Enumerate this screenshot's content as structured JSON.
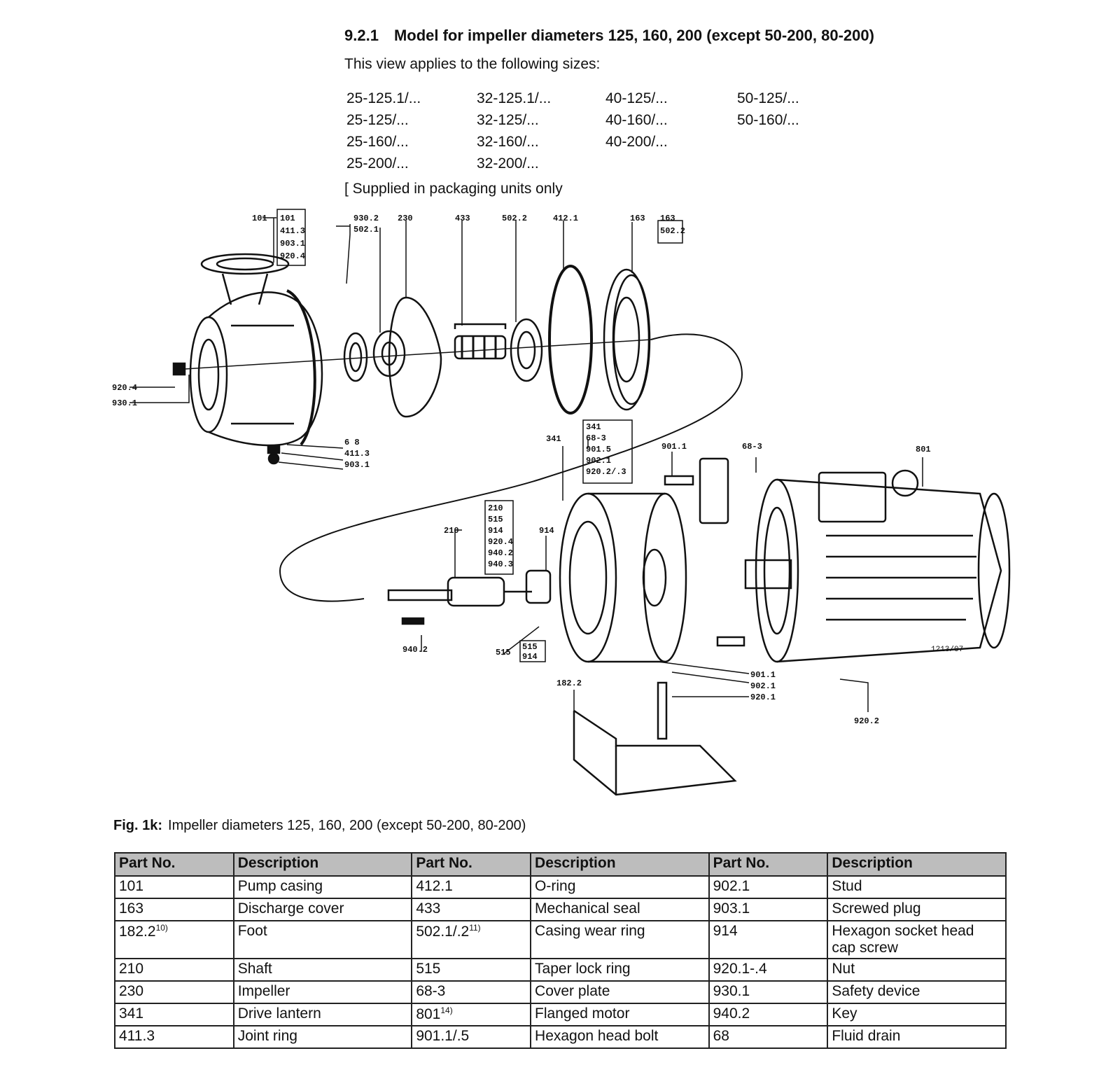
{
  "section": {
    "number": "9.2.1",
    "title": "Model for impeller diameters 125, 160, 200 (except 50-200, 80-200)",
    "applies_text": "This view applies to the following sizes:",
    "size_columns": [
      [
        "25-125.1/...",
        "25-125/...",
        "25-160/...",
        "25-200/..."
      ],
      [
        "32-125.1/...",
        "32-125/...",
        "32-160/...",
        "32-200/..."
      ],
      [
        "40-125/...",
        "40-160/...",
        "40-200/..."
      ],
      [
        "50-125/...",
        "50-160/..."
      ]
    ],
    "footnote": "[ Supplied in packaging units only"
  },
  "drawing": {
    "labels": {
      "l101": "101",
      "l163": "163",
      "l163box1": "163",
      "l163box2": "502.2",
      "l9302": "930.2",
      "l5021": "502.1",
      "l230": "230",
      "l433": "433",
      "l5022": "502.2",
      "l4121": "412.1",
      "l9204": "920.4",
      "l9301": "930.1",
      "l68": "6 8",
      "l4113": "411.3",
      "l9031": "903.1",
      "l341": "341",
      "l68b": "68-3",
      "l9015": "901.5",
      "l9021": "902.1",
      "l9201": "920.2/.3",
      "l9011": "901.1",
      "l683": "68-3",
      "l801": "801",
      "l210": "210",
      "l914": "914",
      "l9402": "940.2",
      "l515": "515",
      "l1822": "182.2",
      "l920b": "920.2",
      "lfig": "1213/07"
    },
    "box_101": [
      "101",
      "411.3",
      "903.1",
      "920.4"
    ],
    "box_341": [
      "341",
      "68-3",
      "901.5",
      "902.1",
      "920.2/.3"
    ],
    "box_210": [
      "210",
      "515",
      "914",
      "920.4",
      "940.2",
      "940.3"
    ],
    "box_515": [
      "515",
      "914"
    ],
    "box_901": [
      "901.1",
      "902.1",
      "920.1"
    ]
  },
  "caption": {
    "fig": "Fig. 1k:",
    "text": "Impeller diameters 125, 160, 200 (except 50-200, 80-200)"
  },
  "parts_table": {
    "headers": [
      "Part No.",
      "Description",
      "Part No.",
      "Description",
      "Part No.",
      "Description"
    ],
    "rows": [
      [
        {
          "pn": "101"
        },
        "Pump casing",
        {
          "pn": "412.1"
        },
        "O-ring",
        {
          "pn": "902.1"
        },
        "Stud"
      ],
      [
        {
          "pn": "163"
        },
        "Discharge cover",
        {
          "pn": "433"
        },
        "Mechanical seal",
        {
          "pn": "903.1"
        },
        "Screwed plug"
      ],
      [
        {
          "pn": "182.2",
          "sup": "10)"
        },
        "Foot",
        {
          "pn": "502.1/.2",
          "sup": "11)"
        },
        "Casing wear ring",
        {
          "pn": "914"
        },
        "Hexagon socket head cap screw"
      ],
      [
        {
          "pn": "210"
        },
        "Shaft",
        {
          "pn": "515"
        },
        "Taper lock ring",
        {
          "pn": "920.1-.4"
        },
        "Nut"
      ],
      [
        {
          "pn": "230"
        },
        "Impeller",
        {
          "pn": "68-3"
        },
        "Cover plate",
        {
          "pn": "930.1"
        },
        "Safety device"
      ],
      [
        {
          "pn": "341"
        },
        "Drive lantern",
        {
          "pn": "801",
          "sup": "14)"
        },
        "Flanged motor",
        {
          "pn": "940.2"
        },
        "Key"
      ],
      [
        {
          "pn": "411.3"
        },
        "Joint ring",
        {
          "pn": "901.1/.5"
        },
        "Hexagon head bolt",
        {
          "pn": "68"
        },
        "Fluid drain"
      ]
    ]
  },
  "colors": {
    "header_fill": "#bdbdbd",
    "ink": "#111111",
    "background": "#ffffff"
  }
}
